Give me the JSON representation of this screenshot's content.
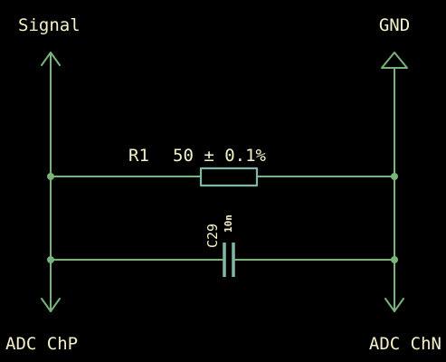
{
  "nets": {
    "signal": "Signal",
    "gnd": "GND",
    "adc_p": "ADC ChP",
    "adc_n": "ADC ChN"
  },
  "resistor": {
    "ref": "R1",
    "value": "50 ± 0.1%"
  },
  "capacitor": {
    "ref": "C29",
    "value": "10n"
  },
  "colors": {
    "background": "#000000",
    "wire": "#78b37a",
    "component": "#7fb8a6",
    "text": "#f4f1c9"
  }
}
